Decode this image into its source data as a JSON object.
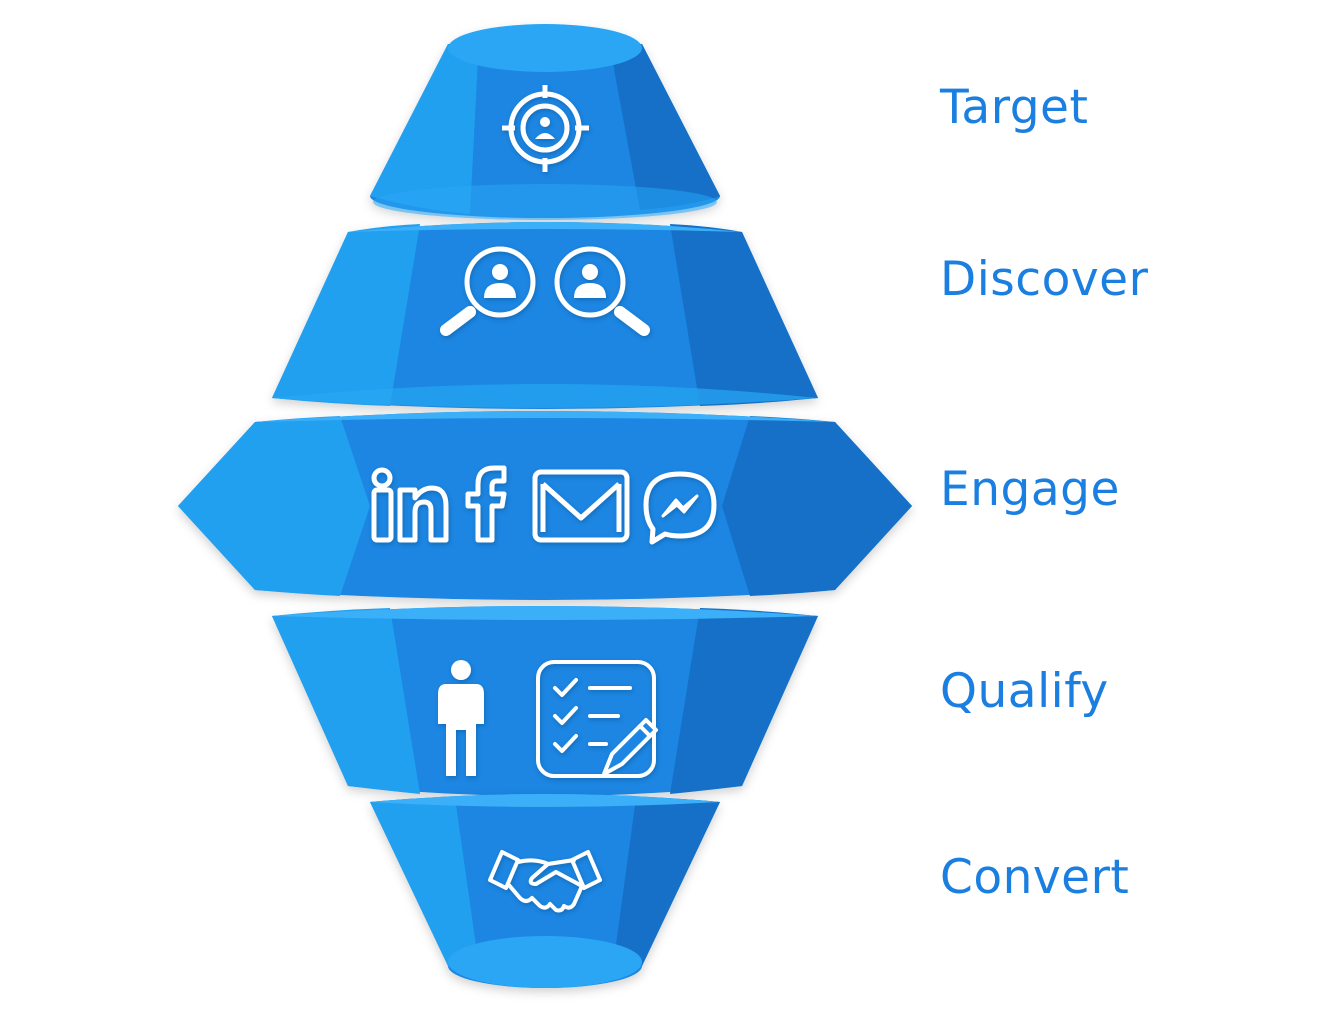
{
  "colors": {
    "light_blue": "#22a0f0",
    "mid_blue": "#1a86e2",
    "dark_blue": "#1270c8",
    "label_blue": "#1a7fe0",
    "icon": "#ffffff"
  },
  "stages": [
    {
      "label": "Target",
      "icon": "target-person-icon"
    },
    {
      "label": "Discover",
      "icon": "search-people-icon"
    },
    {
      "label": "Engage",
      "icons": [
        "linkedin-icon",
        "facebook-icon",
        "email-icon",
        "messenger-icon"
      ]
    },
    {
      "label": "Qualify",
      "icons": [
        "person-icon",
        "checklist-icon"
      ]
    },
    {
      "label": "Convert",
      "icon": "handshake-icon"
    }
  ]
}
